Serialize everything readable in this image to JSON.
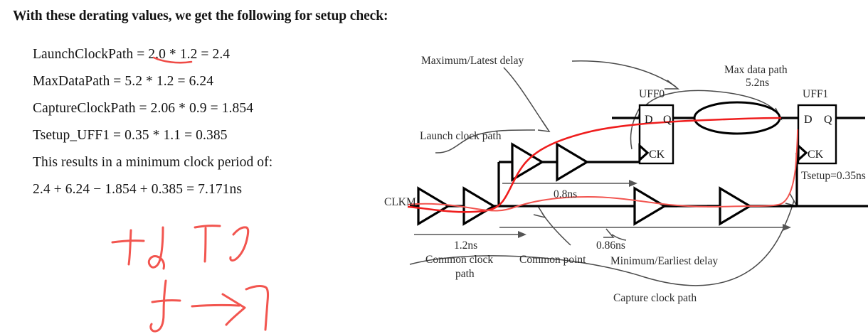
{
  "slide": {
    "heading": "With these derating values, we get the following for setup check:",
    "equations": [
      "LaunchClockPath = 2.0 * 1.2 = 2.4",
      "MaxDataPath = 5.2 * 1.2 = 6.24",
      "CaptureClockPath = 2.06 * 0.9 = 1.854",
      "Tsetup_UFF1 = 0.35 * 1.1 = 0.385",
      "This results in a minimum clock period of:",
      "2.4 + 6.24 − 1.854 + 0.385 = 7.171ns"
    ],
    "annotation": {
      "color": "#f2554f",
      "description": "red handwritten ink strokes",
      "underlined_term": "2.0"
    }
  },
  "diagram": {
    "title": "setup-check timing path diagram",
    "labels": {
      "max_latest_delay": "Maximum/Latest delay",
      "launch_clock_path": "Launch clock path",
      "max_data_path_line1": "Max data path",
      "max_data_path_line2": "5.2ns",
      "uff0": "UFF0",
      "uff1": "UFF1",
      "clkm": "CLKM",
      "tsetup": "Tsetup=0.35ns",
      "launch_delay": "0.8ns",
      "common_delay": "1.2ns",
      "common_clock_path_line1": "Common clock",
      "common_clock_path_line2": "path",
      "common_point": "Common point",
      "capture_delay": "0.86ns",
      "min_earliest_delay": "Minimum/Earliest delay",
      "capture_clock_path": "Capture clock path"
    },
    "pins": {
      "d": "D",
      "q": "Q",
      "ck": "CK"
    },
    "colors": {
      "wire": "#000000",
      "leader": "#4a4a4a",
      "red_path": "#ef1d1d",
      "red_path_light": "#f2544f"
    }
  }
}
